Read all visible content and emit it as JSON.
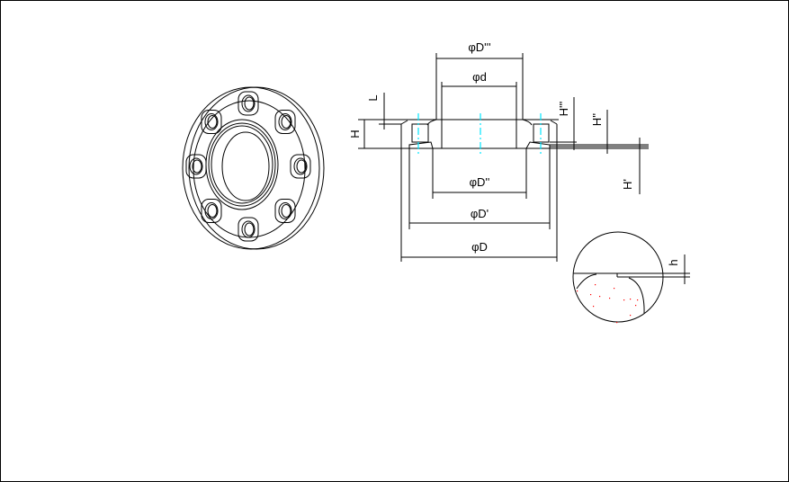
{
  "drawing": {
    "labels": {
      "D_triple": "φD'''",
      "d": "φd",
      "D_double": "φD''",
      "D_single": "φD'",
      "D": "φD",
      "H": "H",
      "L": "L",
      "H_triple": "H'''",
      "H_double": "H''",
      "H_single": "H'",
      "h": "h"
    },
    "colors": {
      "line": "#000000",
      "centerline": "#00e5ff",
      "detail_dots": "#ff0000"
    }
  }
}
